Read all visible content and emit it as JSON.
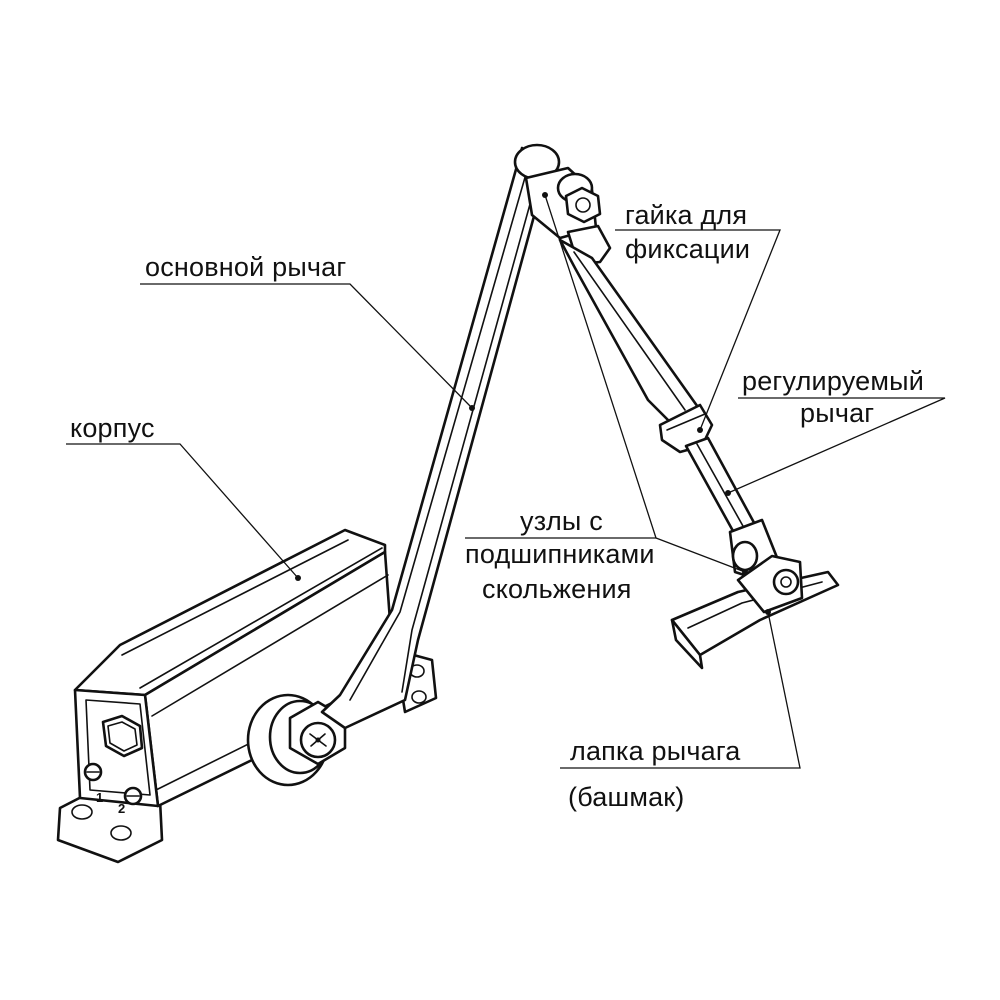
{
  "labels": {
    "main_arm": "основной рычаг",
    "nut": [
      "гайка для",
      "фиксации"
    ],
    "adjustable_arm": [
      "регулируемый",
      "рычаг"
    ],
    "body": "корпус",
    "bearings": [
      "узлы с",
      "подшипниками",
      "скольжения"
    ],
    "shoe": [
      "лапка рычага",
      "(башмак)"
    ],
    "valve_1": "1",
    "valve_2": "2"
  },
  "colors": {
    "ink": "#111111",
    "background": "#ffffff"
  }
}
